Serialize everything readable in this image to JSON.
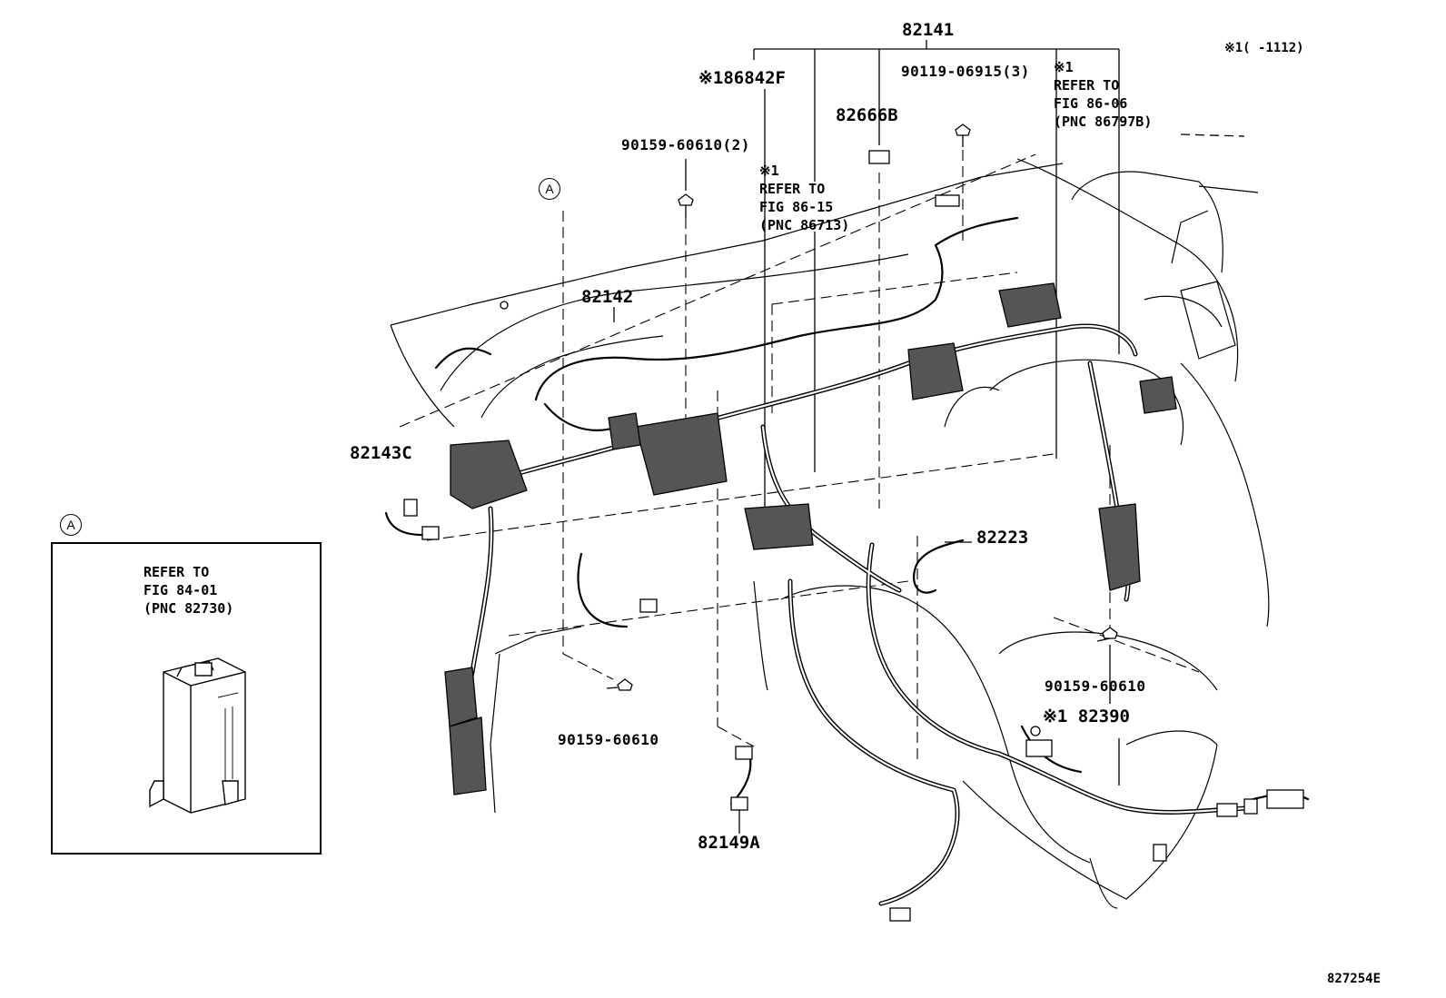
{
  "note_top_right": "※1(      -1112)",
  "figure_code": "827254E",
  "callout_marker": "A",
  "parts": {
    "p82141": "82141",
    "p86842f": "※186842F",
    "p82666b": "82666B",
    "p9011906915": "90119-06915(3)",
    "p90159_top": "90159-60610(2)",
    "p82142": "82142",
    "p82143c": "82143C",
    "p82223": "82223",
    "p90159_right": "90159-60610",
    "p82390": "※1 82390",
    "p90159_bottom": "90159-60610",
    "p82149a": "82149A"
  },
  "refs": {
    "ref_86_15": {
      "mark": "※1",
      "l1": "REFER TO",
      "l2": "FIG 86-15",
      "l3": "(PNC 86713)"
    },
    "ref_86_06": {
      "mark": "※1",
      "l1": "REFER TO",
      "l2": "FIG 86-06",
      "l3": "(PNC 86797B)"
    },
    "ref_84_01": {
      "l1": "REFER TO",
      "l2": "FIG 84-01",
      "l3": "(PNC 82730)"
    }
  }
}
